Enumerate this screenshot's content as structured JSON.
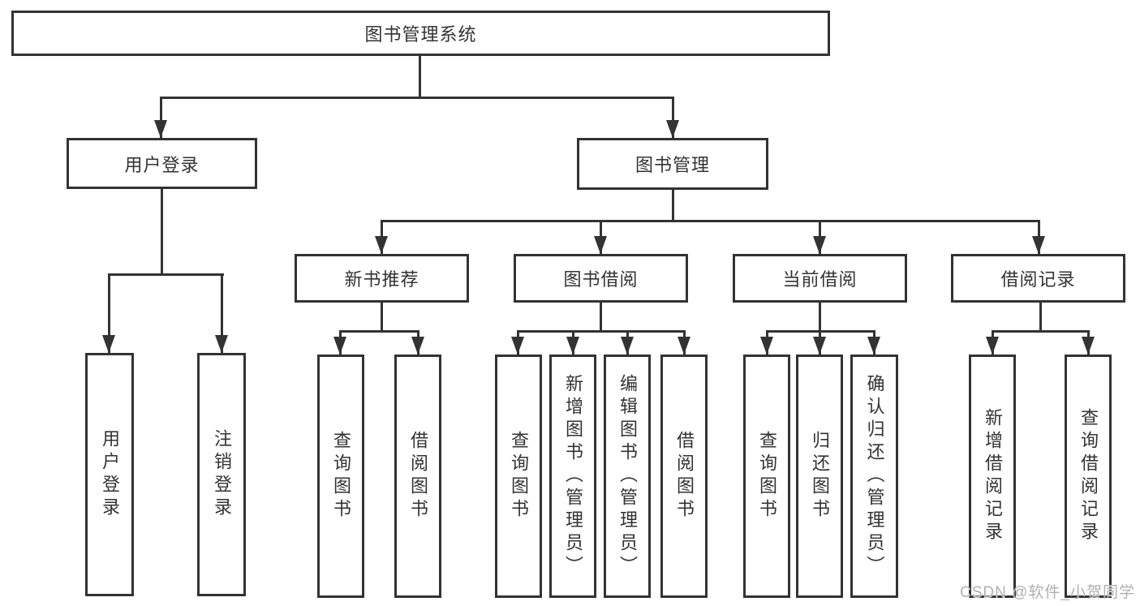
{
  "diagram": {
    "title": "图书管理系统",
    "level2": {
      "user_login": "用户登录",
      "book_management": "图书管理"
    },
    "level3": {
      "new_book_recommend": "新书推荐",
      "book_borrow": "图书借阅",
      "current_borrow": "当前借阅",
      "borrow_record": "借阅记录"
    },
    "leaves": {
      "user_login": [
        "用户登录",
        "注销登录"
      ],
      "new_book_recommend": [
        "查询图书",
        "借阅图书"
      ],
      "book_borrow": [
        "查询图书",
        "新增图书（管理员）",
        "编辑图书（管理员）",
        "借阅图书"
      ],
      "current_borrow": [
        "查询图书",
        "归还图书",
        "确认归还（管理员）"
      ],
      "borrow_record": [
        "新增借阅记录",
        "查询借阅记录"
      ]
    },
    "colors": {
      "line": "#333333",
      "text": "#333333",
      "watermark_text": "#b0b0b0"
    }
  },
  "watermark": "CSDN @软件_小贺同学"
}
